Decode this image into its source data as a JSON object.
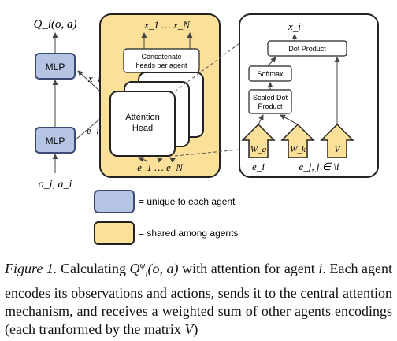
{
  "diagram": {
    "output_label": "Q_i(o, a)",
    "mlp_top": "MLP",
    "mlp_bottom": "MLP",
    "x_i": "x_i",
    "e_i_left": "e_i",
    "input_label": "o_i, a_i",
    "x_outputs": "x_1 … x_N",
    "concat": [
      "Concatenate",
      "heads per agent"
    ],
    "attention_head": [
      "Attention",
      "Head"
    ],
    "e_inputs": "e_1 … e_N",
    "head_x_i": "x_i",
    "dot_product": "Dot Product",
    "softmax": "Softmax",
    "scaled_dot": [
      "Scaled Dot",
      "Product"
    ],
    "wq": "W_q",
    "wk": "W_k",
    "v": "V",
    "e_i_head": "e_i",
    "e_j": "e_j, j ∈ \\i",
    "colors": {
      "unique": "#b6c4e3",
      "unique_stroke": "#3c4a75",
      "shared": "#fbe09a",
      "shared_stroke": "#222222"
    }
  },
  "legend": {
    "unique": "= unique to each agent",
    "shared": "= shared among agents"
  },
  "caption": {
    "figure": "Figure 1.",
    "calculating": "Calculating",
    "q_base": "Q",
    "q_sup": "ψ",
    "q_sub": "i",
    "q_args": "(o, a)",
    "with_attention": "with attention for agent",
    "agent_var": "i",
    "period": ".",
    "body": "Each agent encodes its observations and actions, sends it to the central attention mechanism, and receives a weighted sum of other agents encodings (each tranformed by the matrix",
    "matrix": "V",
    "close": ")"
  }
}
